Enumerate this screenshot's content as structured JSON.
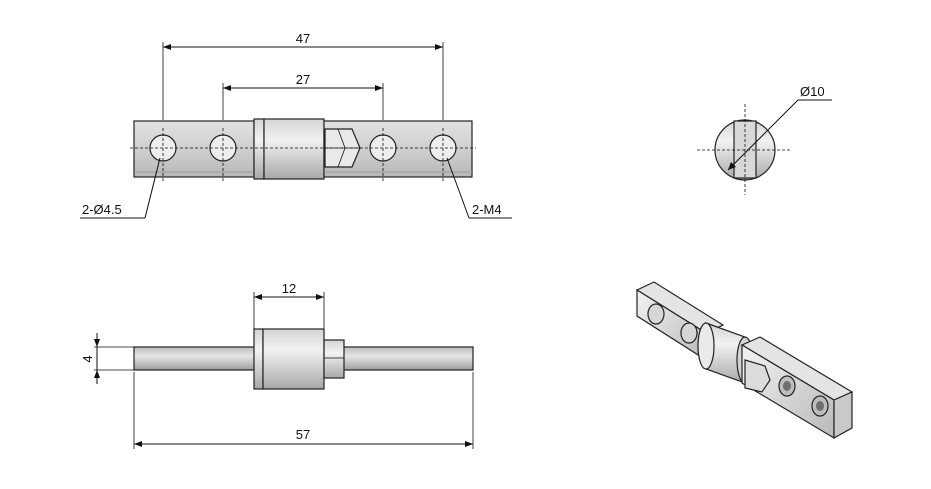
{
  "drawing": {
    "top_view": {
      "dim_overall_holes": "47",
      "dim_inner_holes": "27",
      "callout_through_holes": "2-Ø4.5",
      "callout_threaded_holes": "2-M4"
    },
    "end_view": {
      "callout_diameter": "Ø10"
    },
    "side_view": {
      "dim_collar": "12",
      "dim_thickness": "4",
      "dim_overall": "57"
    }
  }
}
